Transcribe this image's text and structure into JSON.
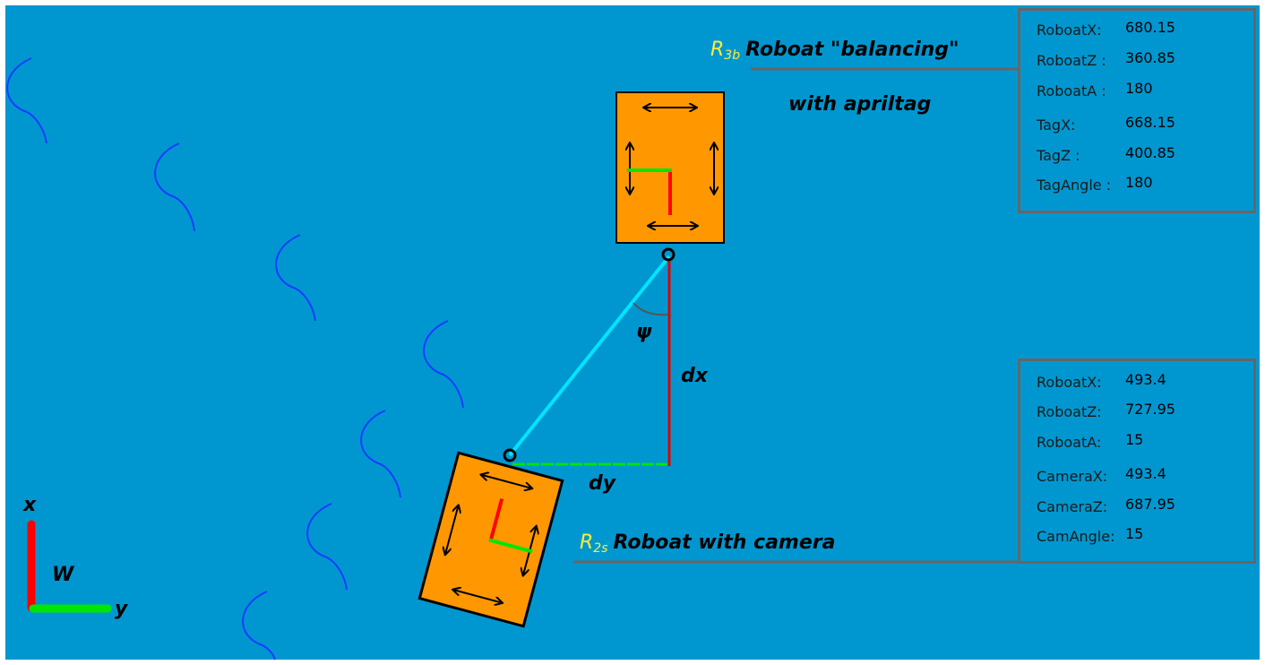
{
  "top_title": {
    "sub": "3b",
    "text": "Roboat \"balancing\"",
    "line2": "with apriltag"
  },
  "bottom_title": {
    "sub": "2s",
    "text": "Roboat  with camera"
  },
  "labels": {
    "psi": "ψ",
    "dx": "dx",
    "dy": "dy",
    "axis_x": "x",
    "axis_y": "y",
    "frame": "W",
    "r": "R"
  },
  "panel_top": {
    "rows": [
      {
        "label": "RoboatX:",
        "value": "680.15"
      },
      {
        "label": "RoboatZ :",
        "value": "360.85"
      },
      {
        "label": "RoboatA :",
        "value": "180"
      },
      {
        "label": "TagX:",
        "value": "668.15"
      },
      {
        "label": "TagZ :",
        "value": "400.85"
      },
      {
        "label": "TagAngle :",
        "value": "180"
      }
    ]
  },
  "panel_bottom": {
    "rows": [
      {
        "label": "RoboatX:",
        "value": "493.4"
      },
      {
        "label": "RoboatZ:",
        "value": "727.95"
      },
      {
        "label": "RoboatA:",
        "value": "15"
      },
      {
        "label": "CameraX:",
        "value": "493.4"
      },
      {
        "label": "CameraZ:",
        "value": "687.95"
      },
      {
        "label": "CamAngle:",
        "value": "15"
      }
    ]
  },
  "colors": {
    "water": "#0097d0",
    "boat": "#ff9800",
    "link": "#00e5ff",
    "x_axis": "#ff0000",
    "y_axis": "#00e600",
    "wave": "#1a3cff",
    "subscript": "#ffeb3b"
  }
}
